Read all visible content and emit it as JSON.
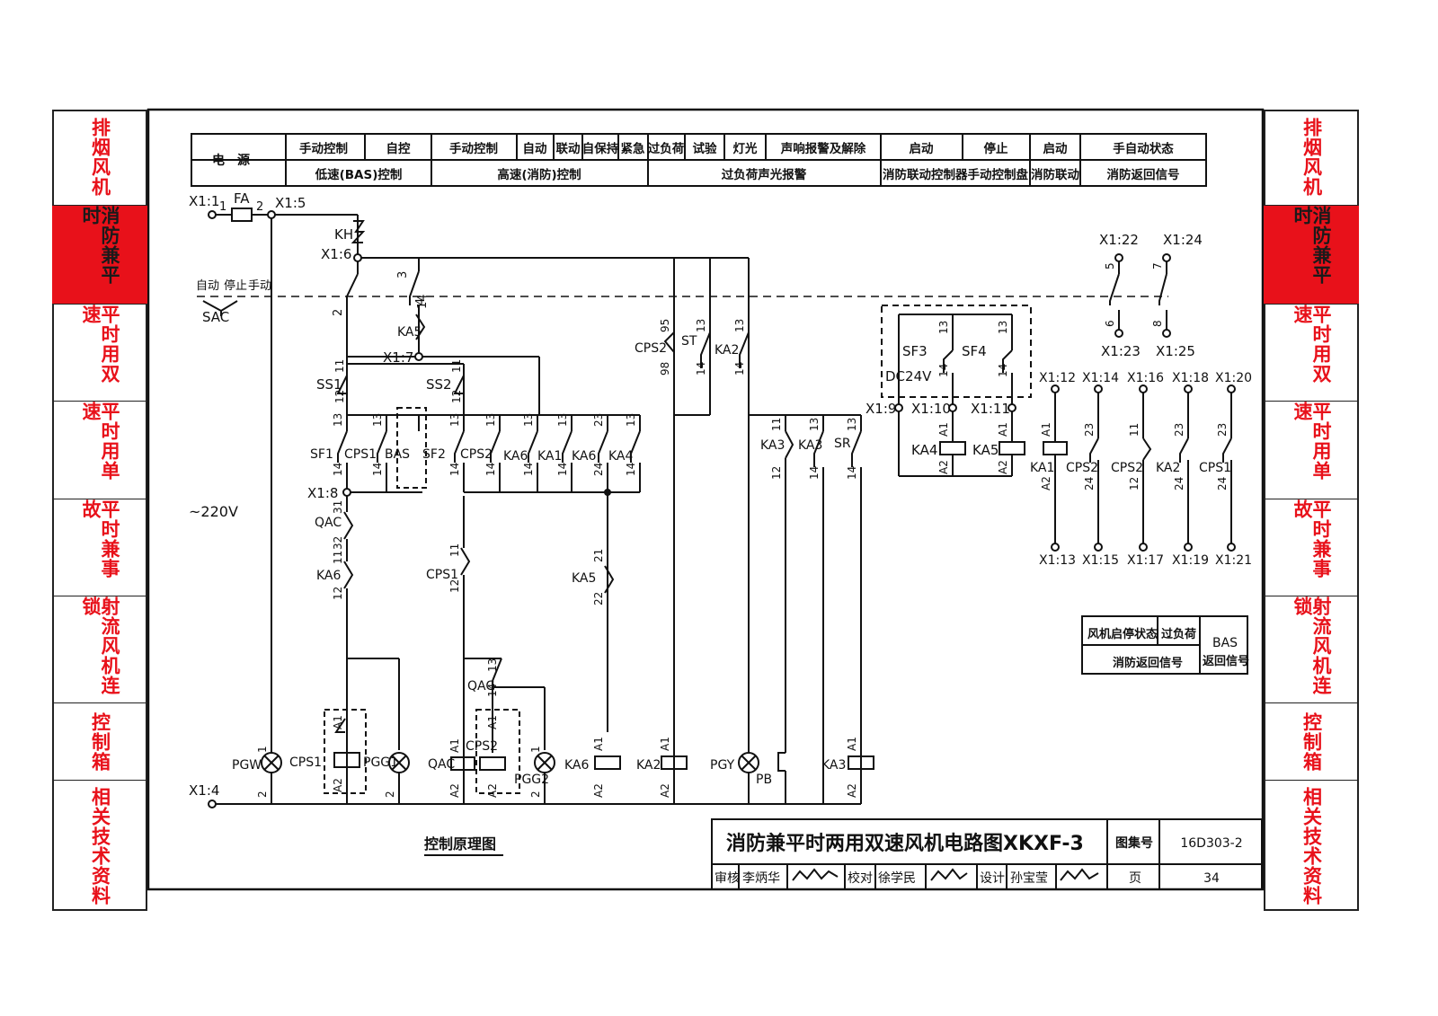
{
  "side_tabs": [
    {
      "label": "排烟风机",
      "active": false
    },
    {
      "label": "消防兼平时",
      "active": true
    },
    {
      "label": "平时用双速",
      "active": false
    },
    {
      "label": "平时用单速",
      "active": false
    },
    {
      "label": "平时兼事故",
      "active": false
    },
    {
      "label": "射流风机连锁",
      "active": false
    },
    {
      "label": "控制箱",
      "active": false
    },
    {
      "label": "相关技术资料",
      "active": false
    }
  ],
  "header": {
    "power": "电　源",
    "row1": [
      "手动控制",
      "自控",
      "手动控制",
      "自动",
      "联动",
      "自保持",
      "紧急",
      "过负荷",
      "试验",
      "灯光",
      "声响报警及解除",
      "启动",
      "停止",
      "启动",
      "手自动状态"
    ],
    "row2": [
      "低速(BAS)控制",
      "高速(消防)控制",
      "过负荷声光报警",
      "消防联动控制器手动控制盘",
      "消防联动",
      "消防返回信号"
    ]
  },
  "labels": {
    "x1_1": "X1:1",
    "fa": "FA",
    "n1": "1",
    "n2": "2",
    "x1_5": "X1:5",
    "kh": "KH",
    "x1_6": "X1:6",
    "sac_auto": "自动",
    "sac_stop": "停止",
    "sac_manual": "手动",
    "sac": "SAC",
    "v220": "~220V",
    "x1_7": "X1:7",
    "x1_8": "X1:8",
    "x1_4": "X1:4",
    "ka5_top": "KA5",
    "ss1": "SS1",
    "ss2": "SS2",
    "sf1": "SF1",
    "cps1": "CPS1",
    "bas": "BAS",
    "sf2": "SF2",
    "cps2": "CPS2",
    "ka6": "KA6",
    "ka1": "KA1",
    "ka4": "KA4",
    "qac": "QAC",
    "ka5": "KA5",
    "cps2_b": "CPS2",
    "st": "ST",
    "ka2": "KA2",
    "ka3": "KA3",
    "sr": "SR",
    "sf3": "SF3",
    "sf4": "SF4",
    "dc24v": "DC24V",
    "x1_9": "X1:9",
    "x1_10": "X1:10",
    "x1_11": "X1:11",
    "x1_22": "X1:22",
    "x1_24": "X1:24",
    "x1_23": "X1:23",
    "x1_25": "X1:25",
    "x1_12": "X1:12",
    "x1_14": "X1:14",
    "x1_16": "X1:16",
    "x1_18": "X1:18",
    "x1_20": "X1:20",
    "x1_13": "X1:13",
    "x1_15": "X1:15",
    "x1_17": "X1:17",
    "x1_19": "X1:19",
    "x1_21": "X1:21",
    "pgw": "PGW",
    "pgg1": "PGG1",
    "pgg2": "PGG2",
    "pgy": "PGY",
    "pb": "PB",
    "c11": "11",
    "c12": "12",
    "c13": "13",
    "c14": "14",
    "c21": "21",
    "c22": "22",
    "c23": "23",
    "c24": "24",
    "c31": "31",
    "c32": "32",
    "c95": "95",
    "c98": "98",
    "c3": "3",
    "c4": "4",
    "c5": "5",
    "c6": "6",
    "c7": "7",
    "c8": "8",
    "a1": "A1",
    "a2": "A2"
  },
  "legend": {
    "run_state": "风机启停状态",
    "overload": "过负荷",
    "fire_return": "消防返回信号",
    "bas": "BAS",
    "bas_return": "返回信号"
  },
  "caption": "控制原理图",
  "title_block": {
    "title": "消防兼平时两用双速风机电路图XKXF-3",
    "atlas_label": "图集号",
    "atlas_no": "16D303-2",
    "review_label": "审核",
    "reviewer": "李炳华",
    "check_label": "校对",
    "checker": "徐学民",
    "design_label": "设计",
    "designer": "孙宝莹",
    "page_label": "页",
    "page_no": "34"
  }
}
